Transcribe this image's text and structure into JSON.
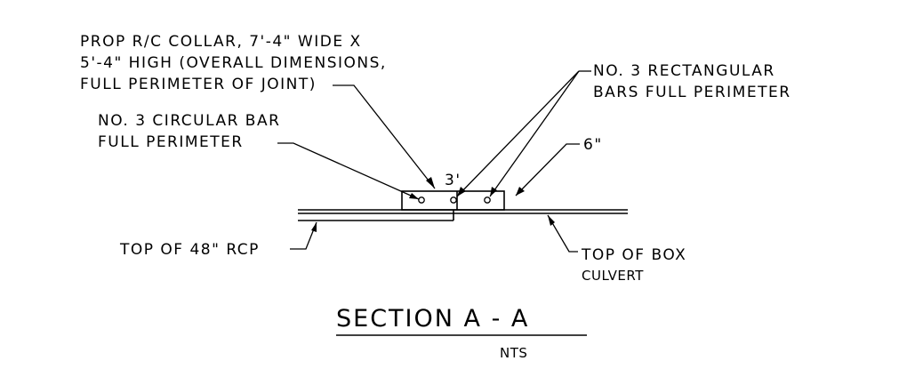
{
  "labels": {
    "collar_line1": "PROP R/C COLLAR, 7'-4\" WIDE X",
    "collar_line2": "5'-4\" HIGH (OVERALL DIMENSIONS,",
    "collar_line3": "FULL PERIMETER OF JOINT)",
    "rect_bars_line1": "NO. 3 RECTANGULAR",
    "rect_bars_line2": "BARS FULL PERIMETER",
    "circ_bar_line1": "NO. 3 CIRCULAR BAR",
    "circ_bar_line2": "FULL PERIMETER",
    "dim_collar_width": "3'",
    "dim_collar_thickness": "6\"",
    "rcp_label": "TOP OF 48\" RCP",
    "box_line1": "TOP OF BOX",
    "box_line2": "CULVERT",
    "section_title": "SECTION A - A",
    "section_scale": "NTS"
  },
  "colors": {
    "ink": "#000000",
    "paper": "#ffffff"
  }
}
